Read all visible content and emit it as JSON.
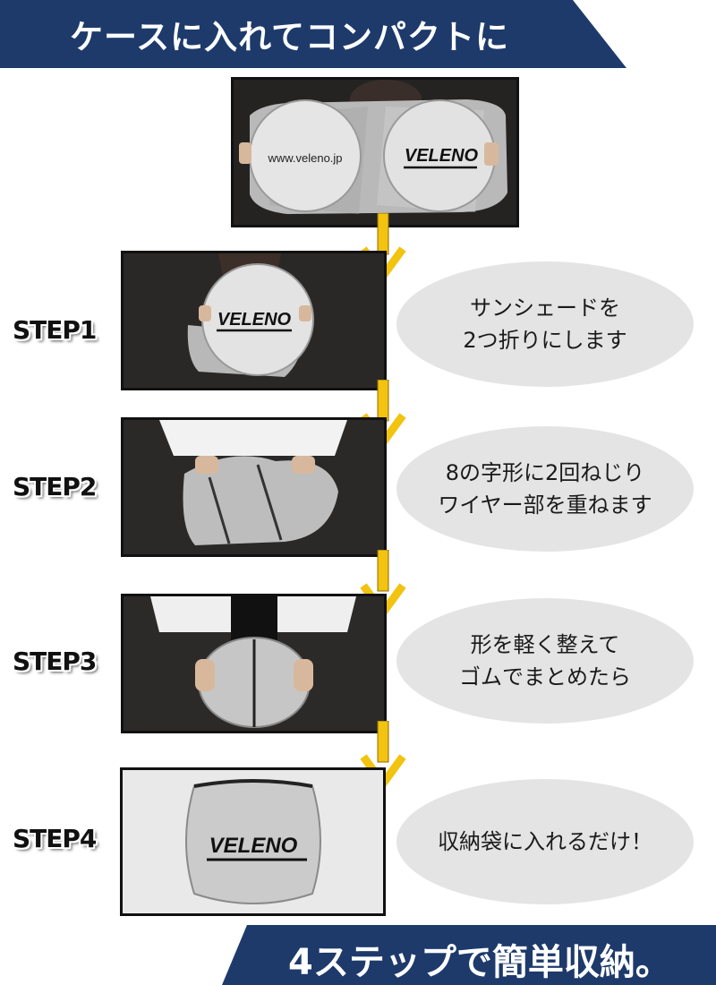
{
  "header": {
    "title": "ケースに入れてコンパクトに"
  },
  "hero": {
    "url_text": "www.veleno.jp",
    "logo_text": "VELENO"
  },
  "steps": [
    {
      "label": "STEP1",
      "line1": "サンシェードを",
      "line2": "2つ折りにします",
      "logo_text": "VELENO"
    },
    {
      "label": "STEP2",
      "line1": "8の字形に2回ねじり",
      "line2": "ワイヤー部を重ねます"
    },
    {
      "label": "STEP3",
      "line1": "形を軽く整えて",
      "line2": "ゴムでまとめたら"
    },
    {
      "label": "STEP4",
      "line1": "収納袋に入れるだけ！",
      "line2": "",
      "logo_text": "VELENO"
    }
  ],
  "footer": {
    "title": "4ステップで簡単収納。"
  },
  "colors": {
    "navy": "#1d3a6b",
    "arrow": "#f2c30f",
    "bubble": "#e4e4e4"
  }
}
